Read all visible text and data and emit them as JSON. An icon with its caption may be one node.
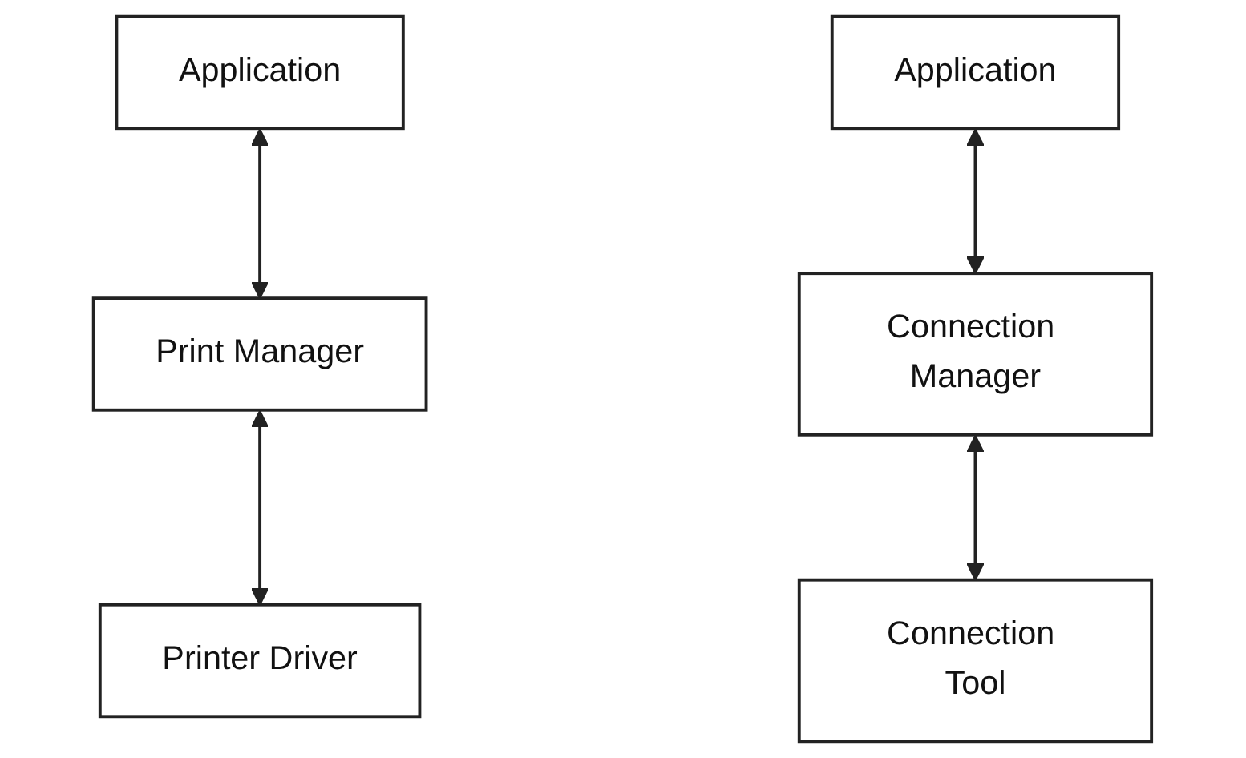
{
  "diagram": {
    "nodes": [
      {
        "text": [
          "Application"
        ]
      },
      {
        "text": [
          "Print Manager"
        ]
      },
      {
        "text": [
          "Printer Driver"
        ]
      },
      {
        "text": [
          "Application"
        ]
      },
      {
        "text": [
          "Connection Manager"
        ]
      },
      {
        "text": [
          "Connection Tool"
        ]
      }
    ],
    "edges": [
      {
        "from": 0,
        "to": 1,
        "arrow": "both"
      },
      {
        "from": 1,
        "to": 2,
        "arrow": "both"
      },
      {
        "from": 3,
        "to": 4,
        "arrow": "both"
      },
      {
        "from": 4,
        "to": 5,
        "arrow": "both"
      }
    ]
  }
}
